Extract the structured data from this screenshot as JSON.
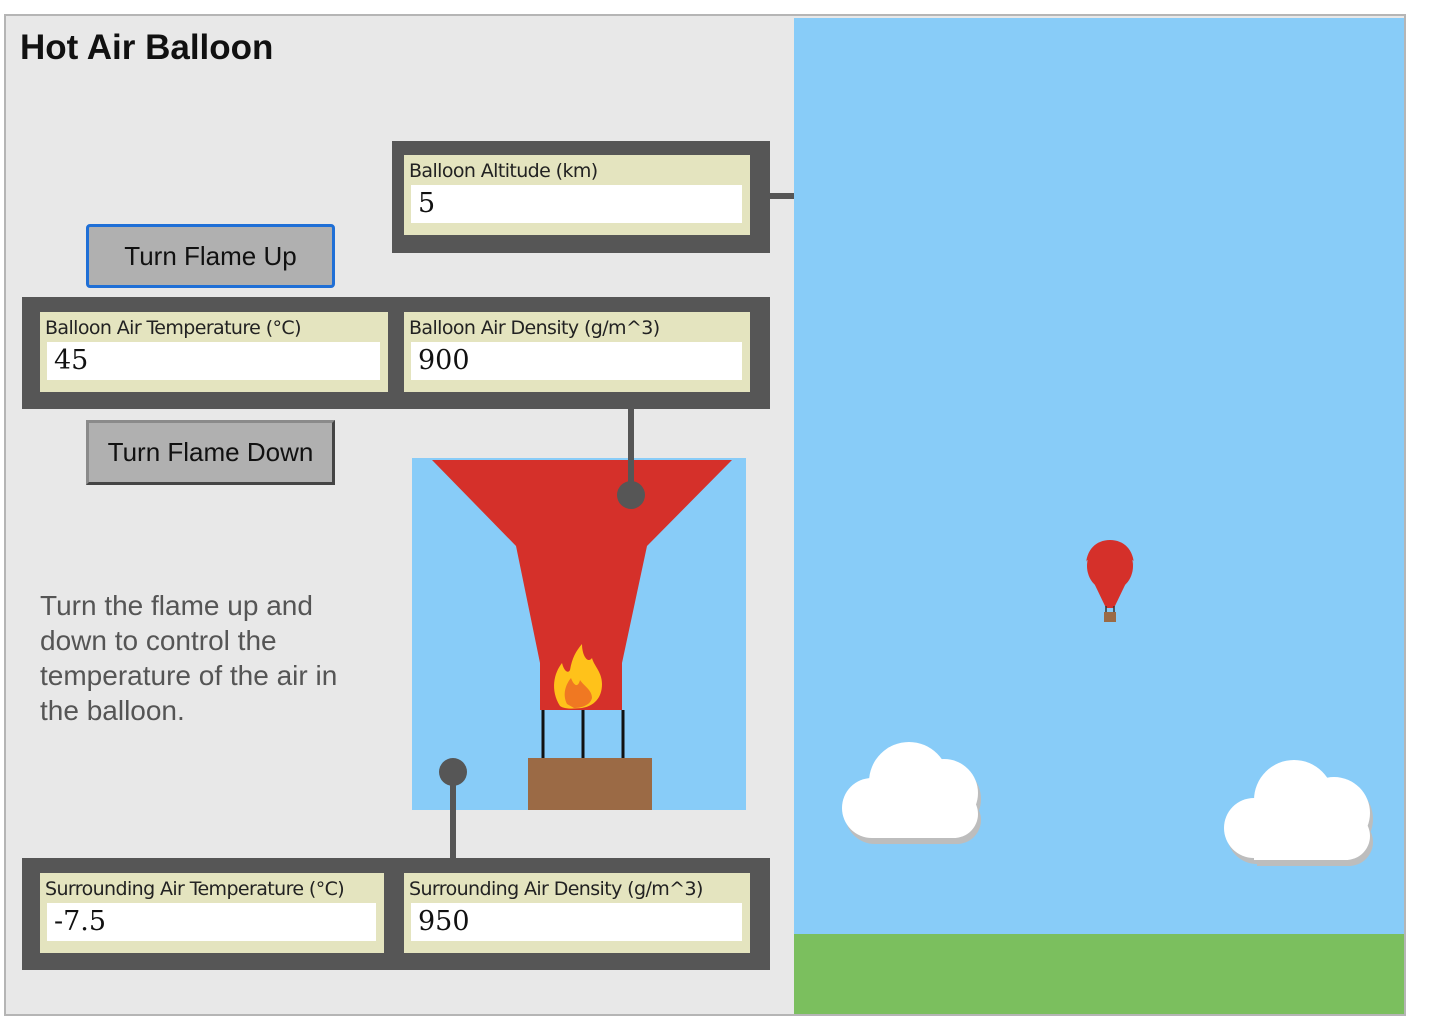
{
  "app": {
    "title": "Hot Air Balloon"
  },
  "controls": {
    "flame_up_label": "Turn Flame Up",
    "flame_down_label": "Turn Flame Down"
  },
  "fields": {
    "altitude": {
      "label": "Balloon Altitude (km)",
      "value": "5"
    },
    "balloon_temp": {
      "label": "Balloon Air Temperature (°C)",
      "value": "45"
    },
    "balloon_density": {
      "label": "Balloon Air Density (g/m^3)",
      "value": "900"
    },
    "surrounding_temp": {
      "label": "Surrounding Air Temperature (°C)",
      "value": "-7.5"
    },
    "surrounding_density": {
      "label": "Surrounding Air Density (g/m^3)",
      "value": "950"
    }
  },
  "instructions": "Turn the flame up and down to control the temperature of the air in the balloon.",
  "colors": {
    "sky": "#88ccf8",
    "ground": "#7bbf5e",
    "balloon": "#d5302a",
    "basket": "#9b6a45",
    "panel": "#565656",
    "field_label_bg": "#e4e4bf",
    "button_focus": "#1f6fd6"
  }
}
